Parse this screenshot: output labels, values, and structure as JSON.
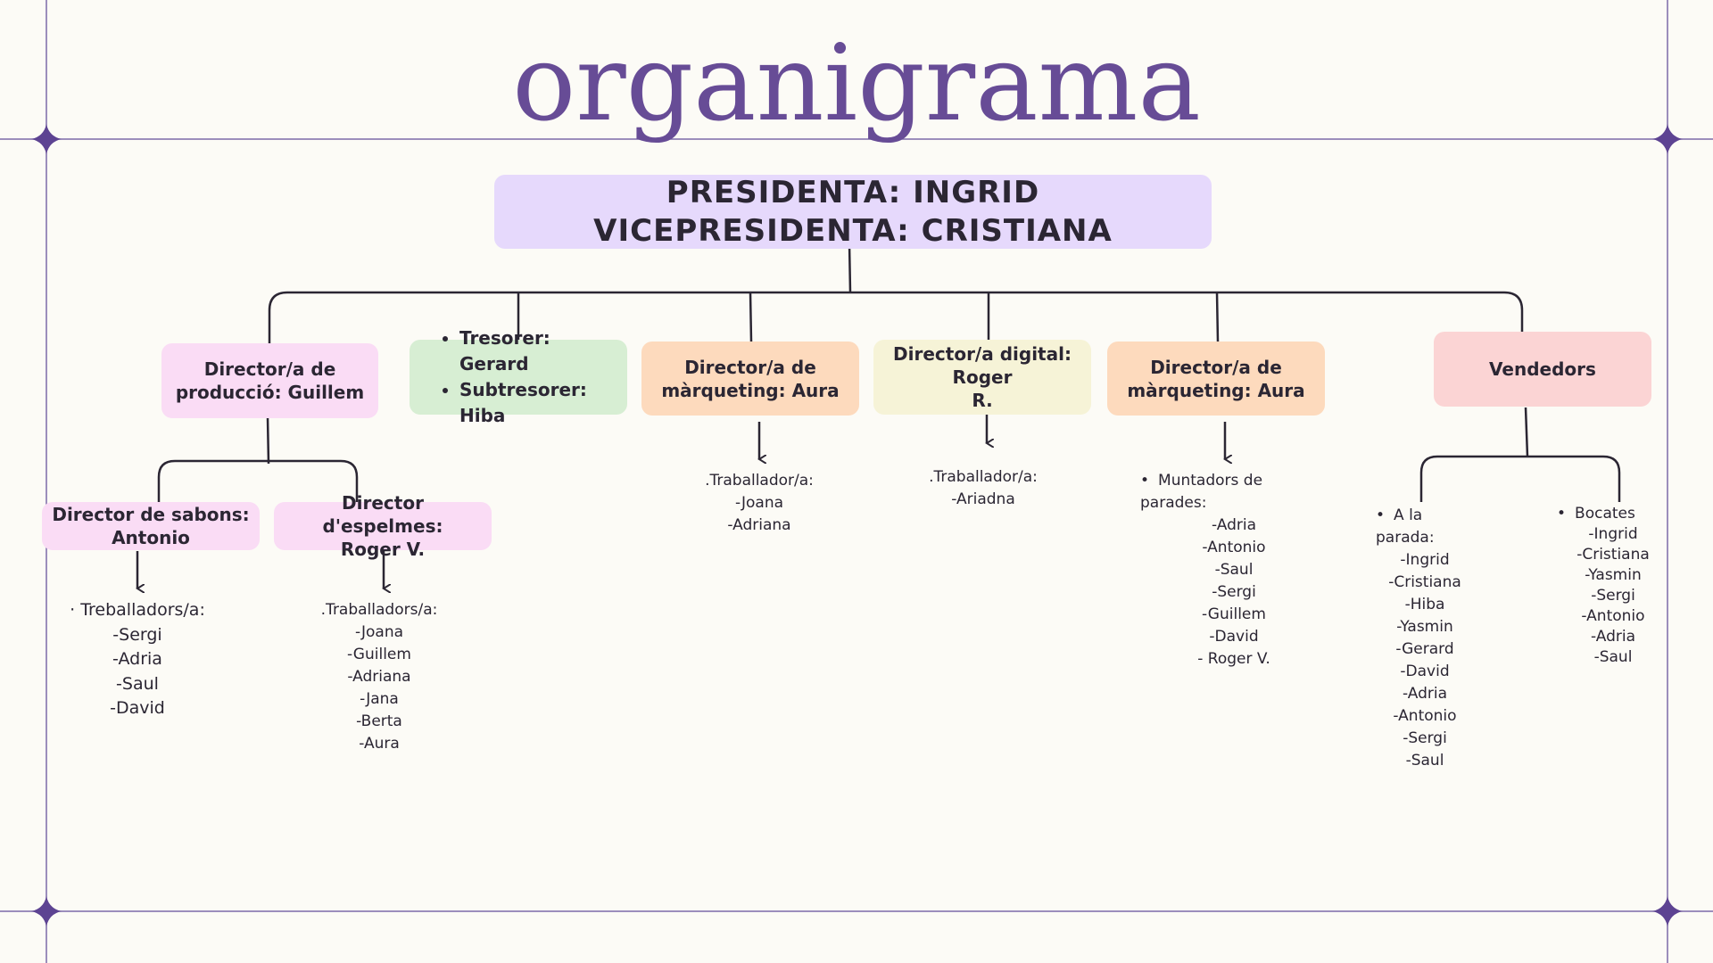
{
  "title": "organigrama",
  "top": {
    "line1": "PRESIDENTA: INGRID",
    "line2": "VICEPRESIDENTA: CRISTIANA"
  },
  "nodes": {
    "produccio": "Director/a de\nproducció: Guillem",
    "tresor": [
      "Tresorer: Gerard",
      "Subtresorer: Hiba"
    ],
    "marqueting1": "Director/a de\nmàrqueting: Aura",
    "digital": "Director/a digital: Roger\nR.",
    "marqueting2": "Director/a de\nmàrqueting: Aura",
    "vendedors": "Vendedors",
    "sabons": "Director de sabons:\nAntonio",
    "espelmes": "Director d'espelmes:\nRoger V."
  },
  "lists": {
    "sabons": "· Treballadors/a:\n-Sergi\n-Adria\n-Saul\n-David",
    "espelmes": ".Traballadors/a:\n-Joana\n-Guillem\n-Adriana\n-Jana\n-Berta\n-Aura",
    "marqueting1": ".Traballador/a:\n-Joana\n-Adriana",
    "digital": ".Traballador/a:\n-Ariadna",
    "muntadors_header": "Muntadors de parades:",
    "muntadors": "-Adria\n-Antonio\n-Saul\n-Sergi\n-Guillem\n-David\n- Roger V.",
    "parada_header": "A la parada:",
    "parada": "-Ingrid\n-Cristiana\n-Hiba\n-Yasmin\n-Gerard\n-David\n-Adria\n-Antonio\n-Sergi\n-Saul",
    "bocates_header": "Bocates",
    "bocates": "-Ingrid\n-Cristiana\n-Yasmin\n-Sergi\n-Antonio\n-Adria\n-Saul"
  },
  "colors": {
    "title": "#674c96",
    "frame": "#7d6aa8",
    "main": "#e6d9fc",
    "pink": "#fadcf5",
    "green": "#d7eed3",
    "orange": "#fddabd",
    "yellow": "#f6f3d7",
    "red": "#fbd4d4"
  }
}
